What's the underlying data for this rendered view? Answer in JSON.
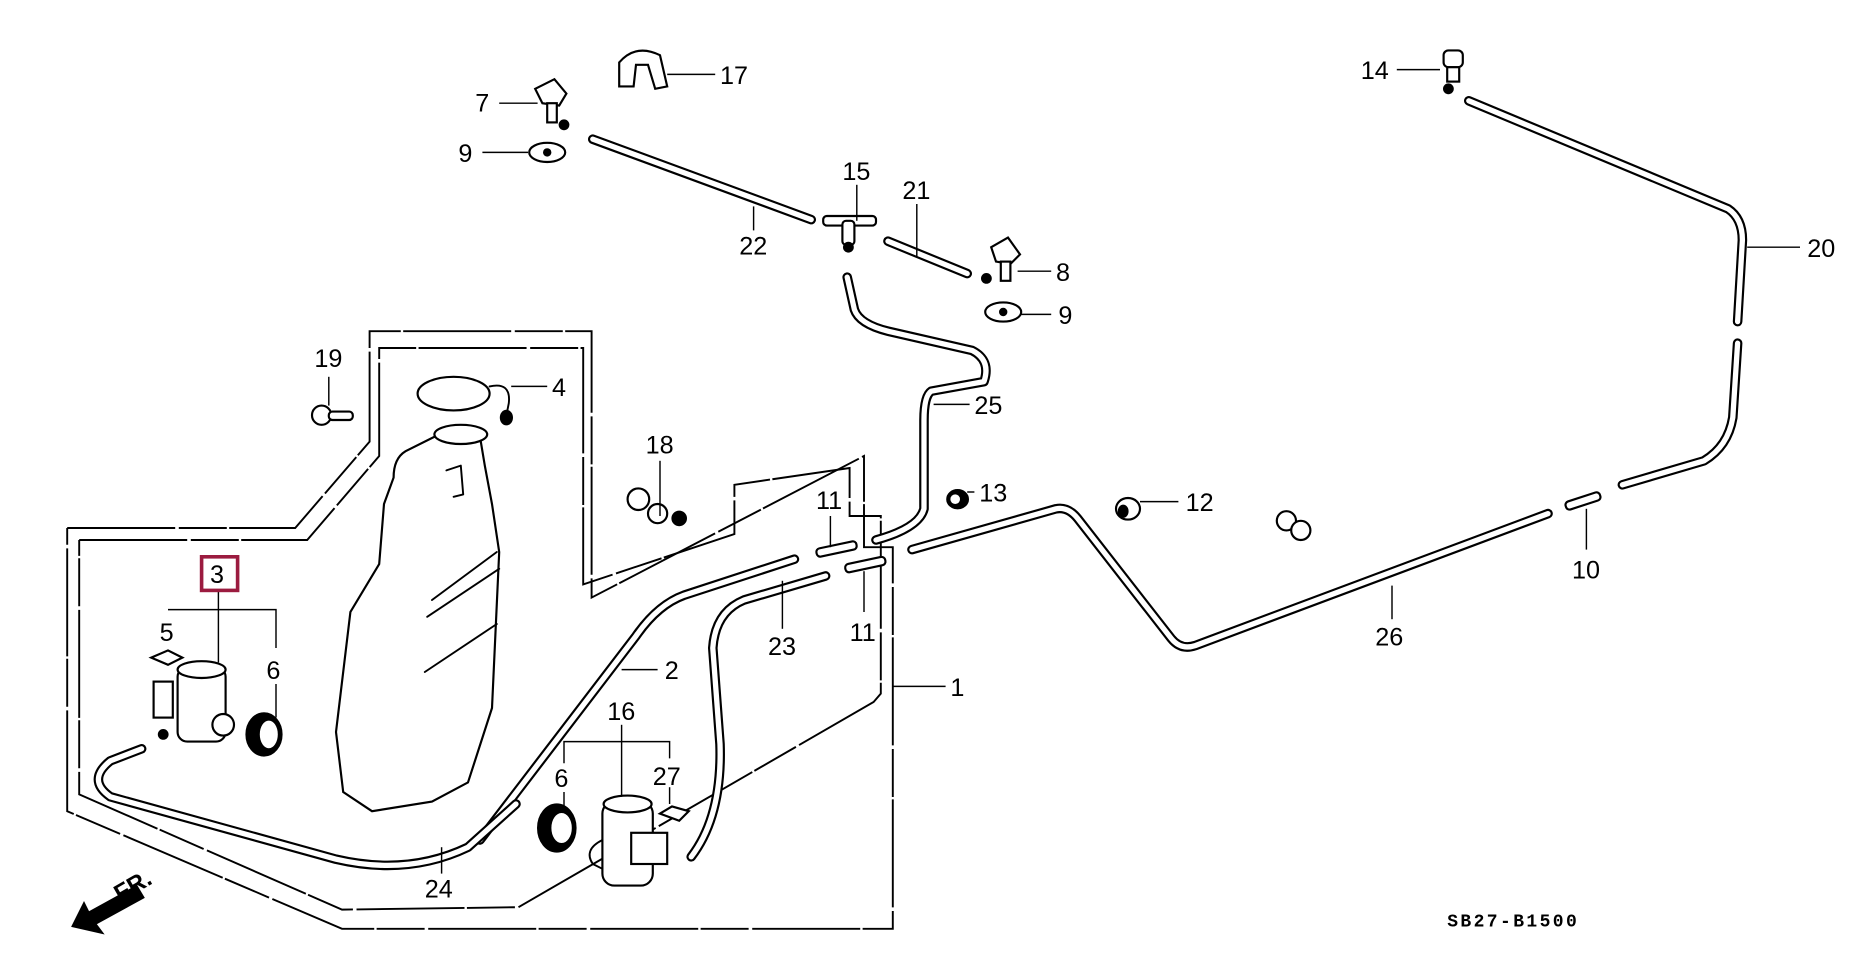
{
  "diagram": {
    "title": "Windshield Washer Parts Diagram",
    "code": "SB27-B1500",
    "direction_label": "FR.",
    "highlight_color": "#9b1b3f",
    "highlighted_part": "3",
    "callouts": [
      {
        "id": "1",
        "label": "1"
      },
      {
        "id": "2",
        "label": "2"
      },
      {
        "id": "3",
        "label": "3"
      },
      {
        "id": "4",
        "label": "4"
      },
      {
        "id": "5",
        "label": "5"
      },
      {
        "id": "6a",
        "label": "6"
      },
      {
        "id": "6b",
        "label": "6"
      },
      {
        "id": "7",
        "label": "7"
      },
      {
        "id": "8",
        "label": "8"
      },
      {
        "id": "9a",
        "label": "9"
      },
      {
        "id": "9b",
        "label": "9"
      },
      {
        "id": "10",
        "label": "10"
      },
      {
        "id": "11a",
        "label": "11"
      },
      {
        "id": "11b",
        "label": "11"
      },
      {
        "id": "12",
        "label": "12"
      },
      {
        "id": "13",
        "label": "13"
      },
      {
        "id": "14",
        "label": "14"
      },
      {
        "id": "15",
        "label": "15"
      },
      {
        "id": "16",
        "label": "16"
      },
      {
        "id": "17",
        "label": "17"
      },
      {
        "id": "18",
        "label": "18"
      },
      {
        "id": "19",
        "label": "19"
      },
      {
        "id": "20",
        "label": "20"
      },
      {
        "id": "21",
        "label": "21"
      },
      {
        "id": "22",
        "label": "22"
      },
      {
        "id": "23",
        "label": "23"
      },
      {
        "id": "24",
        "label": "24"
      },
      {
        "id": "25",
        "label": "25"
      },
      {
        "id": "26",
        "label": "26"
      },
      {
        "id": "27",
        "label": "27"
      }
    ]
  }
}
